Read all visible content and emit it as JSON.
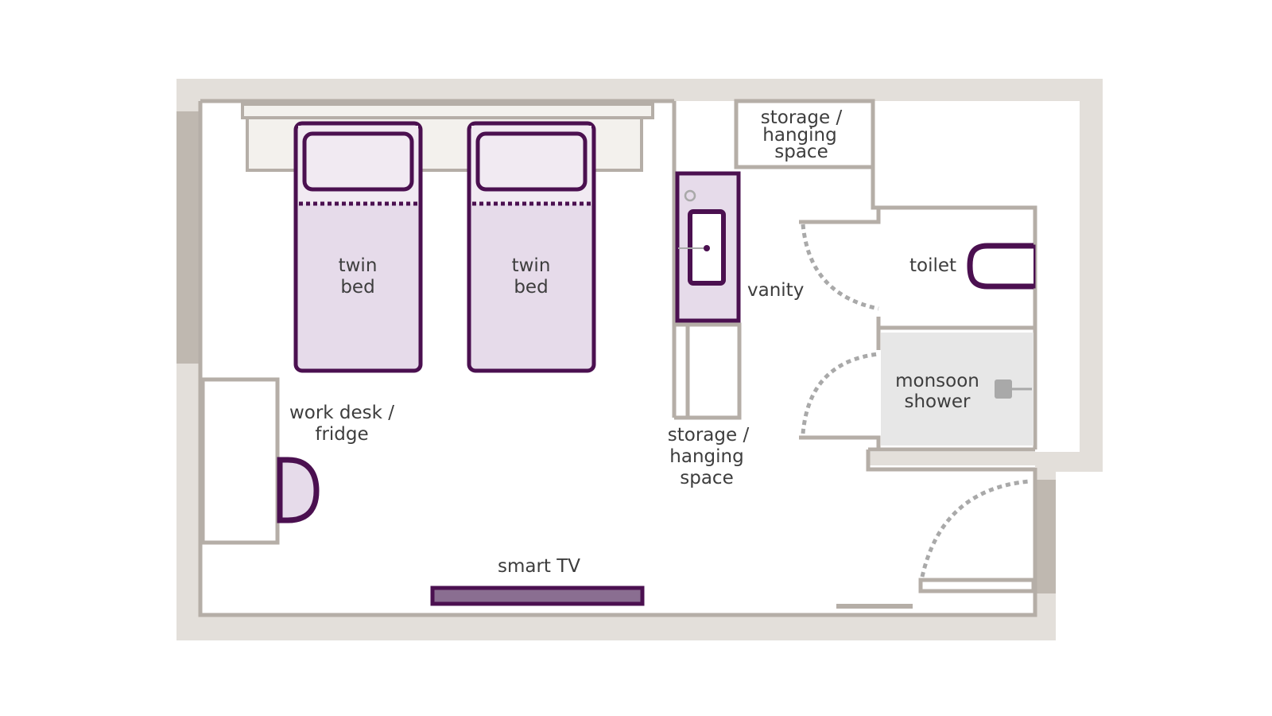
{
  "colors": {
    "background": "#ffffff",
    "outer_wall": "#e3dfda",
    "outer_wall_dark": "#bfb8b0",
    "inner_wall": "#b5aea7",
    "headboard": "#f3f1ed",
    "bed_fill": "#e6dbea",
    "pillow_fill": "#f1eaf2",
    "furniture_purple": "#4b1050",
    "tv_fill": "#8a6e91",
    "shower_fill": "#e7e7e7",
    "door_swing": "#a9a9a9",
    "label_text": "#3d3d3d"
  },
  "labels": {
    "bed1_line1": "twin",
    "bed1_line2": "bed",
    "bed2_line1": "twin",
    "bed2_line2": "bed",
    "desk_line1": "work desk /",
    "desk_line2": "fridge",
    "tv": "smart TV",
    "vanity": "vanity",
    "storage_center_line1": "storage /",
    "storage_center_line2": "hanging",
    "storage_center_line3": "space",
    "storage_top_line1": "storage /",
    "storage_top_line2": "hanging",
    "storage_top_line3": "space",
    "toilet": "toilet",
    "shower_line1": "monsoon",
    "shower_line2": "shower"
  },
  "icons": {
    "bed": "twin-bed-icon",
    "chair": "desk-chair-icon",
    "sink": "sink-icon",
    "toilet": "toilet-icon",
    "shower": "shower-head-icon",
    "door": "door-swing-icon"
  }
}
